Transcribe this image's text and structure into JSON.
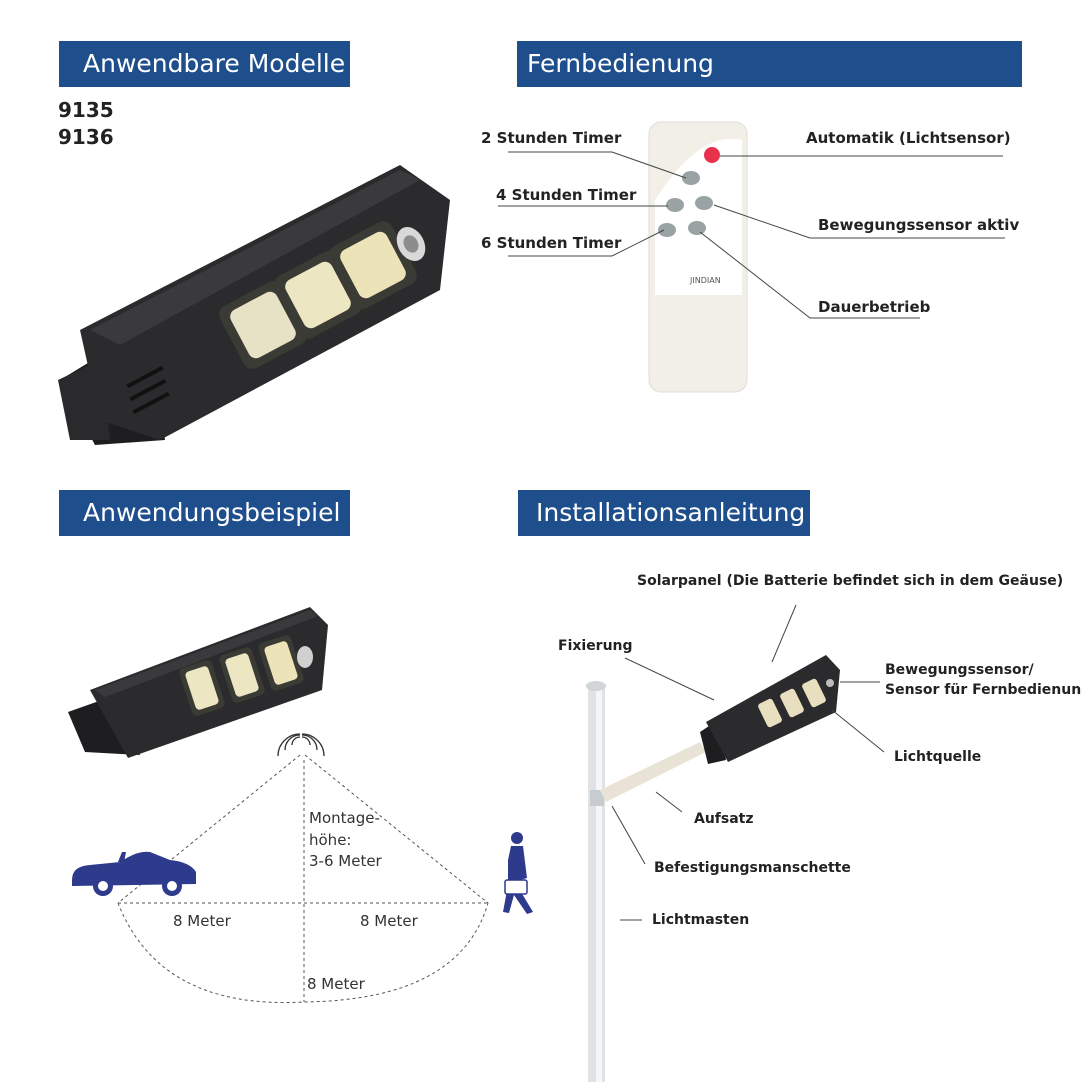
{
  "headers": {
    "models": "Anwendbare Modelle",
    "remote": "Fernbedienung",
    "example": "Anwendungsbeispiel",
    "install": "Installationsanleitung"
  },
  "models": [
    "9135",
    "9136"
  ],
  "remote": {
    "brand": "JINDIAN",
    "labels": {
      "timer2": "2 Stunden Timer",
      "timer4": "4 Stunden Timer",
      "timer6": "6 Stunden Timer",
      "auto": "Automatik (Lichtsensor)",
      "motion": "Bewegungssensor aktiv",
      "continuous": "Dauerbetrieb"
    },
    "button_colors": {
      "off": "#e8314a",
      "grey": "#9aa3a4"
    }
  },
  "example": {
    "height_line1": "Montage-",
    "height_line2": "höhe:",
    "height_line3": "3-6 Meter",
    "left_distance": "8 Meter",
    "right_distance": "8 Meter",
    "bottom_distance": "8 Meter"
  },
  "install": {
    "solar": "Solarpanel (Die Batterie befindet sich in dem Geäuse)",
    "fix": "Fixierung",
    "sensor_line1": "Bewegungssensor/",
    "sensor_line2": "Sensor für Fernbedienung",
    "light": "Lichtquelle",
    "mount": "Aufsatz",
    "cuff": "Befestigungsmanschette",
    "pole": "Lichtmasten"
  },
  "colors": {
    "header_bg": "#1f4e8c",
    "figure_blue": "#2e3a8c",
    "lamp_body": "#2b2b2d"
  }
}
